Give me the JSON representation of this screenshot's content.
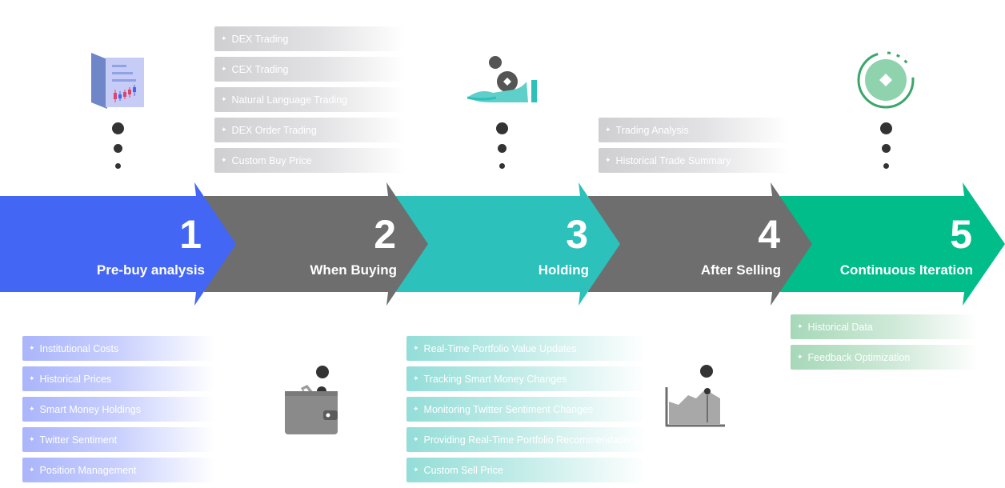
{
  "colors": {
    "blue": "#4466f5",
    "gray": "#6e6e6e",
    "teal": "#2dc1bc",
    "green": "#00bd8a",
    "dot": "#333333"
  },
  "steps": [
    {
      "number": "1",
      "label": "Pre-buy analysis"
    },
    {
      "number": "2",
      "label": "When Buying"
    },
    {
      "number": "3",
      "label": "Holding"
    },
    {
      "number": "4",
      "label": "After Selling"
    },
    {
      "number": "5",
      "label": "Continuous Iteration"
    }
  ],
  "star_glyph": "✦",
  "lists": {
    "pre_buy": [
      "Institutional Costs",
      "Historical Prices",
      "Smart Money Holdings",
      "Twitter Sentiment",
      "Position Management"
    ],
    "when_buying": [
      "DEX Trading",
      "CEX Trading",
      "Natural Language Trading",
      "DEX Order Trading",
      "Custom Buy Price"
    ],
    "holding": [
      "Real-Time Portfolio Value Updates",
      "Tracking Smart Money Changes",
      "Monitoring Twitter Sentiment Changes",
      "Providing Real-Time Portfolio Recommendations",
      "Custom Sell Price"
    ],
    "after_selling": [
      "Trading Analysis",
      "Historical Trade Summary"
    ],
    "continuous": [
      "Historical Data",
      "Feedback Optimization"
    ]
  },
  "icons": {
    "step1": "document-chart-icon",
    "step2": "wallet-icon",
    "step3": "hand-coin-icon",
    "step4": "area-chart-icon",
    "step5": "target-icon"
  }
}
